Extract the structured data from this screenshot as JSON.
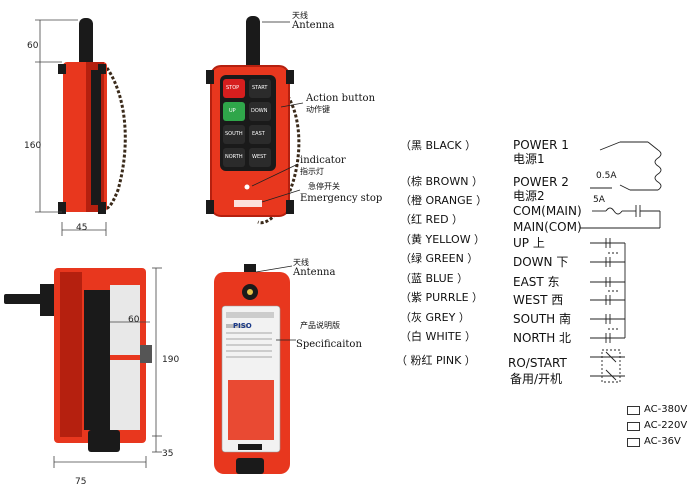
{
  "dimensions": {
    "side_top": "60",
    "side_body": "160",
    "side_width": "45",
    "bottom_width": "75",
    "bottom_depth": "60",
    "bottom_height": "190",
    "bottom_stem": "35"
  },
  "callouts": {
    "antenna_top_cn": "天线",
    "antenna_top_en": "Antenna",
    "action_button_en": "Action button",
    "action_button_cn": "动作键",
    "indicator_en": "indicator",
    "indicator_cn": "指示灯",
    "emergency_cn": "急停开关",
    "emergency_en": "Emergency stop",
    "antenna_back_cn": "天线",
    "antenna_back_en": "Antenna",
    "spec_cn": "产品说明版",
    "spec_en": "Specificaiton"
  },
  "buttons": [
    "STOP",
    "START",
    "UP",
    "DOWN",
    "SOUTH",
    "EAST",
    "NORTH",
    "WEST"
  ],
  "back_plate": {
    "brand": "PISO"
  },
  "wire_colors": [
    {
      "label": "（黑 BLACK ）"
    },
    {
      "label": "（棕 BROWN ）"
    },
    {
      "label": "（橙 ORANGE ）"
    },
    {
      "label": "（红 RED ）"
    },
    {
      "label": "（黄 YELLOW ）"
    },
    {
      "label": "（绿 GREEN ）"
    },
    {
      "label": "（蓝 BLUE ）"
    },
    {
      "label": "（紫 PURRLE ）"
    },
    {
      "label": "（灰 GREY ）"
    },
    {
      "label": "（白 WHITE ）"
    },
    {
      "label": "（ 粉红 PINK ）"
    }
  ],
  "terminals": {
    "power1": "POWER 1",
    "power1_cn": "电源1",
    "power2": "POWER 2",
    "power2_cn": "电源2",
    "fuse1": "0.5A",
    "fuse2": "5A",
    "com_main": "COM(MAIN)",
    "main_com": "MAIN(COM)",
    "up": "UP 上",
    "down": "DOWN 下",
    "east": "EAST 东",
    "west": "WEST 西",
    "south": "SOUTH 南",
    "north": "NORTH 北",
    "ro_start": "RO/START",
    "ro_start_cn": "备用/开机"
  },
  "voltages": [
    "AC-380V",
    "AC-220V",
    "AC-36V"
  ],
  "colors": {
    "body_red": "#e8371e",
    "dark_red": "#b5200f",
    "black": "#1a1a1a",
    "green_button": "#2fa64a",
    "red_button": "#d61e1e"
  }
}
